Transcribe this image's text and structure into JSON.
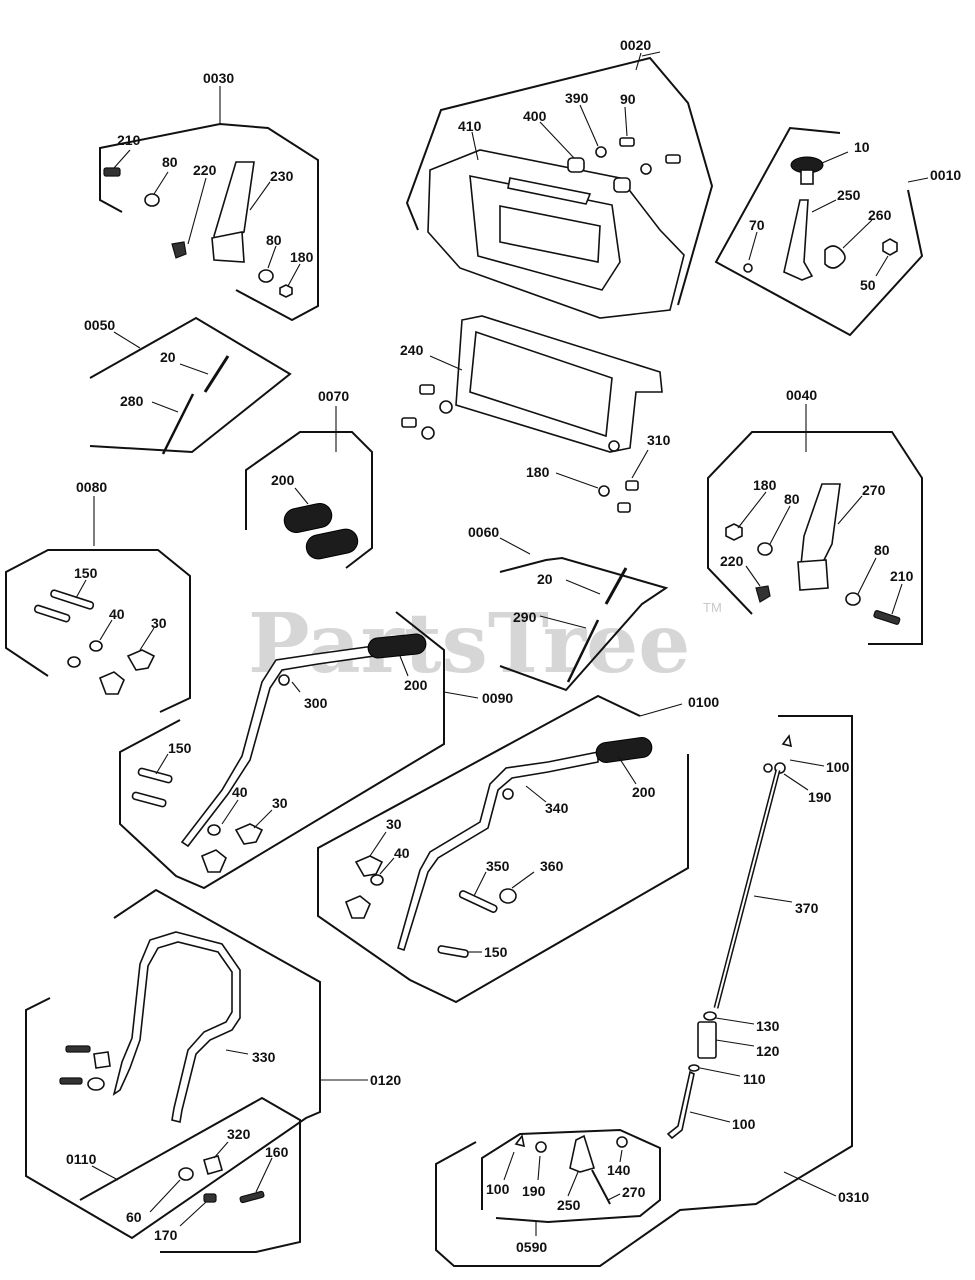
{
  "watermark": {
    "brand": "PartsTree",
    "trademark": "TM"
  },
  "assemblies": [
    {
      "id": "0010",
      "label": "0010"
    },
    {
      "id": "0020",
      "label": "0020"
    },
    {
      "id": "0030",
      "label": "0030"
    },
    {
      "id": "0040",
      "label": "0040"
    },
    {
      "id": "0050",
      "label": "0050"
    },
    {
      "id": "0060",
      "label": "0060"
    },
    {
      "id": "0070",
      "label": "0070"
    },
    {
      "id": "0080",
      "label": "0080"
    },
    {
      "id": "0090",
      "label": "0090"
    },
    {
      "id": "0100",
      "label": "0100"
    },
    {
      "id": "0110",
      "label": "0110"
    },
    {
      "id": "0120",
      "label": "0120"
    },
    {
      "id": "0310",
      "label": "0310"
    },
    {
      "id": "0590",
      "label": "0590"
    }
  ],
  "callouts": {
    "c10": "10",
    "c250a": "250",
    "c260": "260",
    "c70a": "70",
    "c50": "50",
    "c390": "390",
    "c90": "90",
    "c400": "400",
    "c410": "410",
    "c240": "240",
    "c310": "310",
    "c180a": "180",
    "c210a": "210",
    "c80a": "80",
    "c220a": "220",
    "c230": "230",
    "c80b": "80",
    "c180b": "180",
    "c20a": "20",
    "c280": "280",
    "c200a": "200",
    "c150a": "150",
    "c40a": "40",
    "c30a": "30",
    "c20b": "20",
    "c290": "290",
    "c180c": "180",
    "c80c": "80",
    "c270a": "270",
    "c220b": "220",
    "c80d": "80",
    "c210b": "210",
    "c300": "300",
    "c200b": "200",
    "c150b": "150",
    "c40b": "40",
    "c30b": "30",
    "c340": "340",
    "c200c": "200",
    "c30c": "30",
    "c40c": "40",
    "c350": "350",
    "c360": "360",
    "c150c": "150",
    "c100a": "100",
    "c190a": "190",
    "c370": "370",
    "c130": "130",
    "c120": "120",
    "c110": "110",
    "c100b": "100",
    "c330": "330",
    "c320": "320",
    "c160": "160",
    "c60": "60",
    "c170": "170",
    "c100c": "100",
    "c190b": "190",
    "c140": "140",
    "c250b": "250",
    "c270b": "270"
  }
}
